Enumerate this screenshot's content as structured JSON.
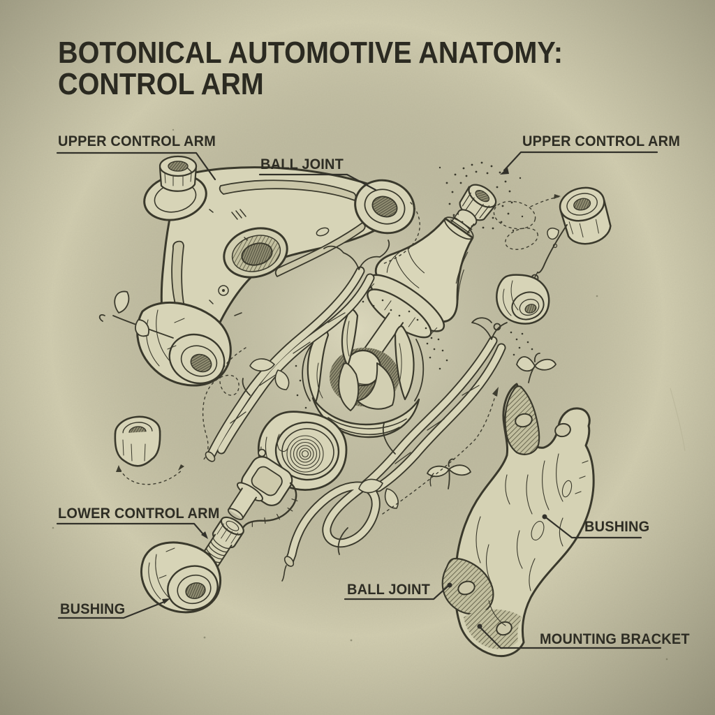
{
  "title": {
    "line1": "BOTONICAL AUTOMOTIVE ANATOMY:",
    "line2": "CONTROL ARM"
  },
  "labels": {
    "upper_control_arm_left": "UPPER CONTROL ARM",
    "ball_joint_top": "BALL JOINT",
    "upper_control_arm_right": "UPPER CONTROL ARM",
    "lower_control_arm": "LOWER CONTROL ARM",
    "bushing_left": "BUSHING",
    "ball_joint_bottom": "BALL JOINT",
    "bushing_right": "BUSHING",
    "mounting_bracket": "MOUNTING BRACKET"
  },
  "illustrations": [
    "upper-control-arm-illustration",
    "ball-joint-assembly-illustration",
    "blossom-socket-illustration",
    "bushing-with-sprout-illustration",
    "small-bushing-top-right-illustration",
    "small-bushing-left-illustration",
    "wood-ring-bushing-illustration",
    "clamp-pin-illustration",
    "threaded-bolt-illustration",
    "large-bushing-illustration",
    "twisted-vine-left-illustration",
    "twisted-vine-right-illustration",
    "seedling-illustration",
    "mounting-bracket-illustration"
  ],
  "colors": {
    "paper": "#cfcbae",
    "paper_edge": "#a39f84",
    "ink": "#3a392c",
    "label_text": "#2e2d24"
  }
}
